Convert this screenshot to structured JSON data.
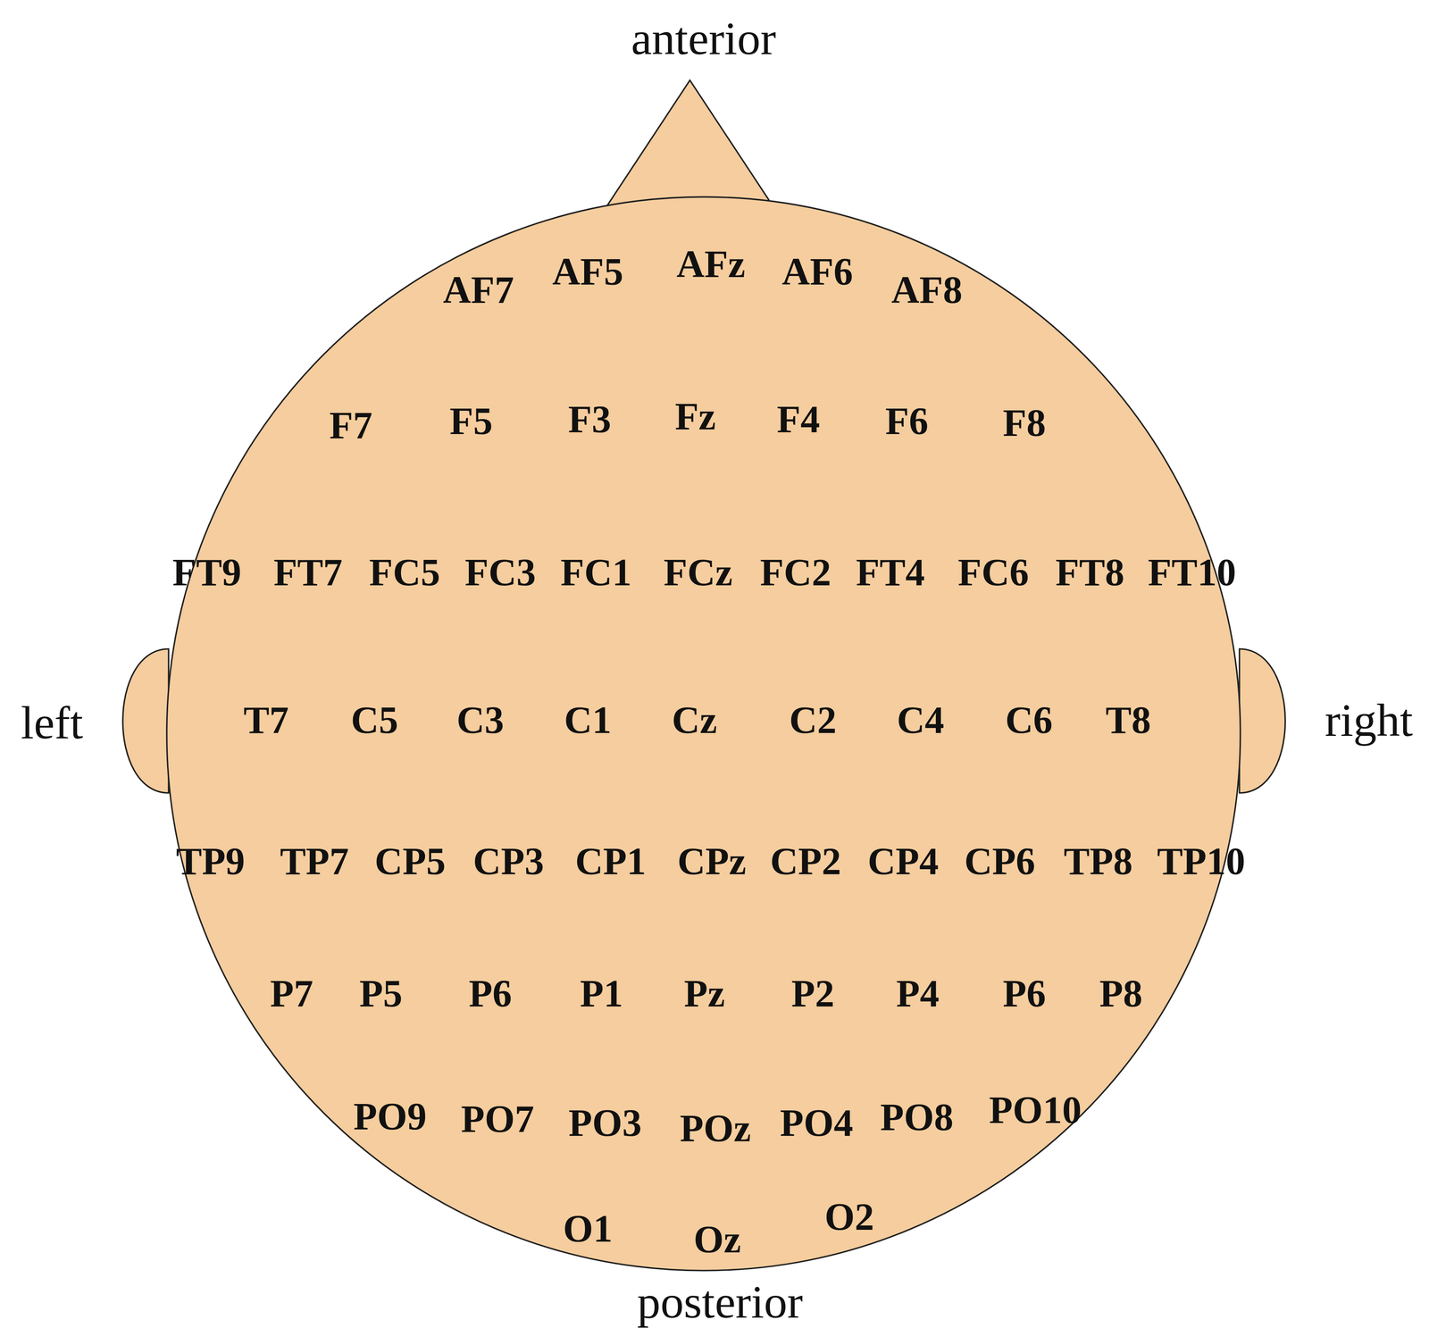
{
  "diagram": {
    "labels": [
      "anterior",
      "left",
      "right",
      "posterior",
      "AF7",
      "AF5",
      "AFz",
      "AF6",
      "AF8",
      "F7",
      "F5",
      "F3",
      "Fz",
      "F4",
      "F6",
      "F8",
      "FT9",
      "FT7",
      "FC5",
      "FC3",
      "FC1",
      "FCz",
      "FC2",
      "FT4",
      "FC6",
      "FT8",
      "FT10",
      "T7",
      "C5",
      "C3",
      "C1",
      "Cz",
      "C2",
      "C4",
      "C6",
      "T8",
      "TP9",
      "TP7",
      "CP5",
      "CP3",
      "CP1",
      "CPz",
      "CP2",
      "CP4",
      "CP6",
      "TP8",
      "TP10",
      "P7",
      "P5",
      "P6",
      "P1",
      "Pz",
      "P2",
      "P4",
      "P6",
      "P8",
      "PO9",
      "PO7",
      "PO3",
      "POz",
      "PO4",
      "PO8",
      "PO10",
      "O1",
      "Oz",
      "O2"
    ]
  }
}
